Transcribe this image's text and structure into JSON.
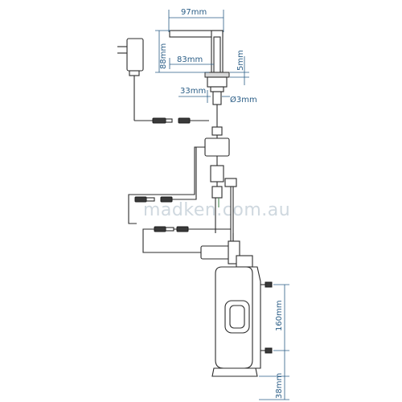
{
  "dimensions": {
    "spout_length": "97mm",
    "height": "88mm",
    "reach": "83mm",
    "base_gap": "5mm",
    "base_width": "33mm",
    "hole_diameter": "Ø3mm",
    "bottle_height": "160mm",
    "bottom_clearance": "38mm"
  },
  "watermark": "madken.com.au",
  "colors": {
    "dimension": "#2a5d86",
    "line": "#2b2b2b",
    "cable_accent": "#4c8a57",
    "watermark": "#cfd8df"
  }
}
